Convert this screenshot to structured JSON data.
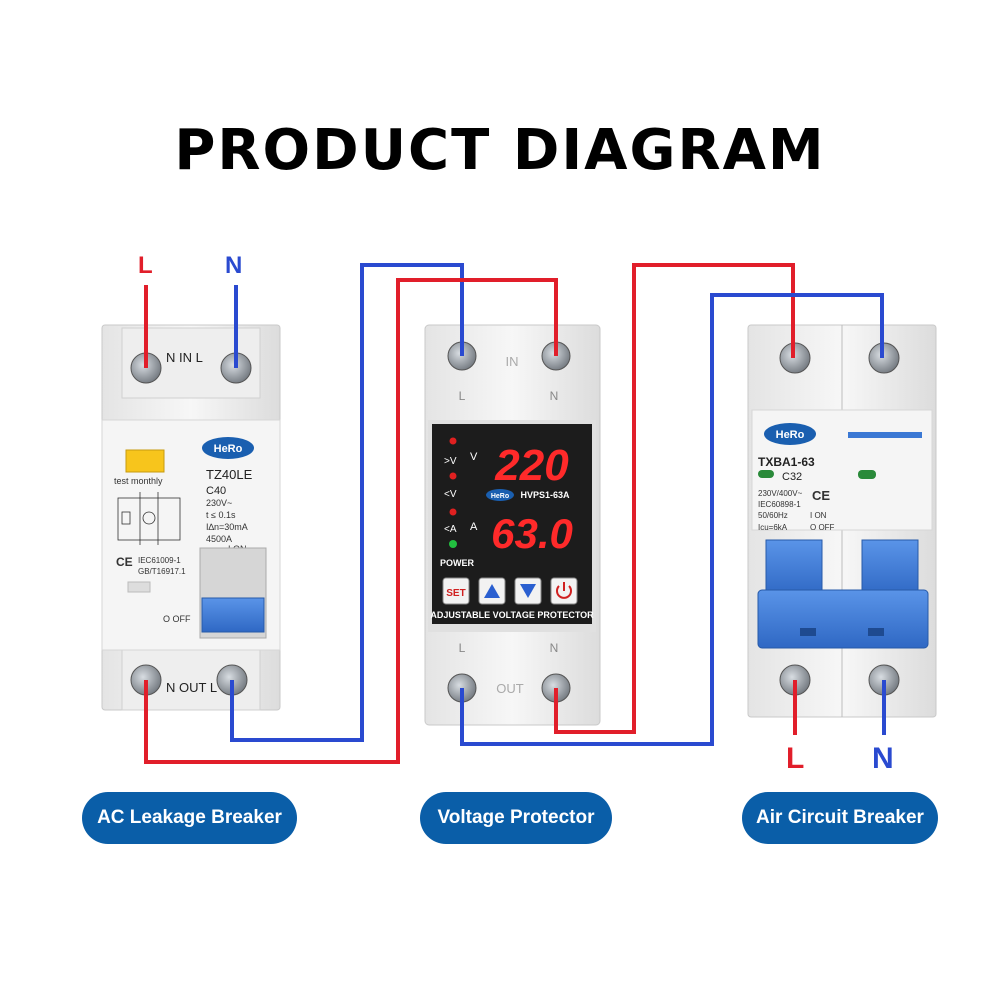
{
  "title": "PRODUCT  DIAGRAM",
  "colors": {
    "live": "#e11e2a",
    "neutral": "#2a4ad0",
    "pill": "#0a5ea8",
    "handle": "#3a78d4",
    "display": "#ff2a2a"
  },
  "top_labels": {
    "live": "L",
    "neutral": "N"
  },
  "bottom_labels": {
    "live": "L",
    "neutral": "N"
  },
  "rcbo": {
    "brand": "HeRo",
    "terminals_top": "N  IN  L",
    "terminals_bottom": "N OUT L",
    "test": "test monthly",
    "model": "TZ40LE",
    "rating": "C40",
    "voltage": "230V~",
    "time": "t  ≤ 0.1s",
    "leak": "I∆n=30mA",
    "capacity": "4500A",
    "on": "I ON",
    "off": "O OFF",
    "std1": "IEC61009-1",
    "std2": "GB/T16917.1",
    "ce": "CE",
    "name": "AC Leakage Breaker"
  },
  "protector": {
    "brand": "HeRo",
    "model": "HVPS1-63A",
    "in": "IN",
    "out": "OUT",
    "term_l": "L",
    "term_n": "N",
    "display_voltage": "220",
    "display_current": "63.0",
    "unit_v": "V",
    "unit_a": "A",
    "ind_over_v": ">V",
    "ind_under_v": "<V",
    "ind_over_a": "<A",
    "power": "POWER",
    "set": "SET",
    "caption": "ADJUSTABLE VOLTAGE PROTECTOR",
    "name": "Voltage Protector"
  },
  "mcb": {
    "brand": "HeRo",
    "model": "TXBA1-63",
    "rating": "C32",
    "voltage": "230V/400V~",
    "std": "IEC60898-1",
    "freq": "50/60Hz",
    "icu": "Icu=6kA",
    "on": "I ON",
    "off": "O OFF",
    "ce": "CE",
    "name": "Air Circuit Breaker"
  }
}
